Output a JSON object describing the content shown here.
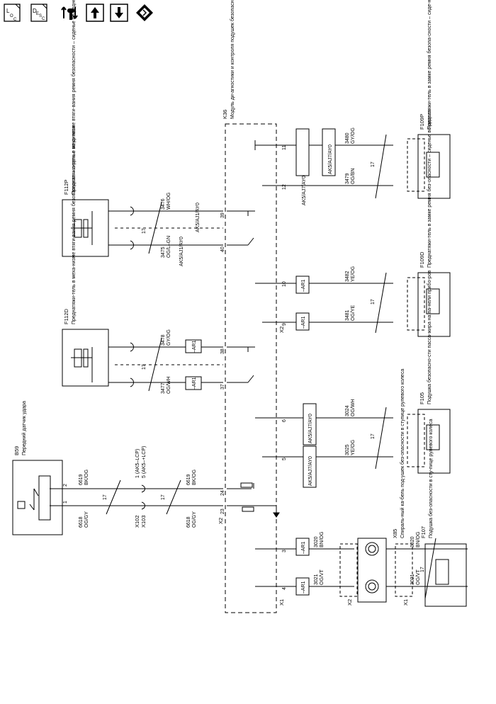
{
  "toolbar": {
    "buttons": [
      {
        "name": "loc-button",
        "label": "LOC",
        "icon": "loc-icon"
      },
      {
        "name": "desc-button",
        "label": "DESC",
        "icon": "desc-icon"
      },
      {
        "name": "connector-button",
        "label": "",
        "icon": "connector-wrench-icon"
      },
      {
        "name": "up-button",
        "label": "",
        "icon": "arrow-up-icon"
      },
      {
        "name": "down-button",
        "label": "",
        "icon": "arrow-down-icon"
      },
      {
        "name": "esd-button",
        "label": "",
        "icon": "esd-warning-icon"
      }
    ]
  },
  "diagram": {
    "module": {
      "id": "K36",
      "name": "Модуль ди-агностики и контроля подушек безопасно-сти"
    },
    "components": {
      "b59": {
        "id": "B59",
        "name": "Передний датчик удара"
      },
      "f112p": {
        "id": "F112P",
        "name": "Преднатяжи-тель в меха-низме втяги-вания ремня безопасности – сиденье пе-реднего пас-сажира"
      },
      "f112d": {
        "id": "F112D",
        "name": "Преднатяжи-тель в меха-низме втяги-вания ремня безопасности – сиденье во-дителя"
      },
      "f109p": {
        "id": "F109P",
        "name": "Преднатяжи-тель в замке ремня безопа-сности – сиде-нье переднего пассажира"
      },
      "f109d": {
        "id": "F109D",
        "name": "Преднатяжи-тель в замке ремня без-опасности – сиденье во-дителя"
      },
      "f105": {
        "id": "F105",
        "name": "Подушка безопасно-сти пасса-жира на па-нели прибо-ров"
      },
      "x85": {
        "id": "X85",
        "name": "Спираль-ный ка-бель под-ушек без-опасности в ступице рулевого колеса"
      },
      "f107": {
        "id": "F107",
        "name": "Подушка без-опасности в сту-пице рулевого колеса"
      }
    },
    "connectors": {
      "x102": "X102",
      "x103": "X103",
      "x1": "X1",
      "x2": "X2",
      "x102_note1": "1 (AK5–LCP)",
      "x102_note2": "5 (AK5–+LCP)"
    },
    "wires": {
      "w6619": {
        "circuit": "6619",
        "color": "BK/OG"
      },
      "w6618": {
        "circuit": "6618",
        "color": "OG/GY"
      },
      "w3476": {
        "circuit": "3476",
        "color": "WH/OG"
      },
      "w3475": {
        "circuit": "3475",
        "color": "OG/L–GN"
      },
      "w3478": {
        "circuit": "3478",
        "color": "GY/OG"
      },
      "w3477": {
        "circuit": "3477",
        "color": "OG/WH"
      },
      "w3480": {
        "circuit": "3480",
        "color": "GY/OG"
      },
      "w3479": {
        "circuit": "3479",
        "color": "OG/BN"
      },
      "w3482": {
        "circuit": "3482",
        "color": "YE/OG"
      },
      "w3481": {
        "circuit": "3481",
        "color": "OG/YE"
      },
      "w3024": {
        "circuit": "3024",
        "color": "OG/WH"
      },
      "w3025": {
        "circuit": "3025",
        "color": "YE/OG"
      },
      "w3020": {
        "circuit": "3020",
        "color": "BN/OG"
      },
      "w3021": {
        "circuit": "3021",
        "color": "OG/VT"
      }
    },
    "tags": {
      "ak5": "AK5/AJ7/AY0",
      "ak5b": "AK5/AJ1/AY0",
      "ar1": "–AR1",
      "gauge": "17"
    },
    "pins": {
      "p1": "1",
      "p2": "2",
      "p3": "3",
      "p4": "4",
      "p5": "5",
      "p6": "6",
      "p9": "9",
      "p10": "10",
      "p11": "11",
      "p12": "12",
      "p23": "23",
      "p24": "24",
      "p37": "37",
      "p38": "38",
      "p39": "39",
      "p40": "40"
    }
  },
  "colors": {
    "line": "#000000",
    "background": "#ffffff"
  }
}
